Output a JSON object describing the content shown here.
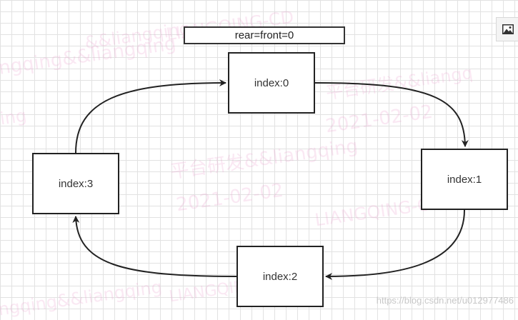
{
  "label": {
    "text": "rear=front=0"
  },
  "nodes": [
    {
      "id": "node0",
      "text": "index:0"
    },
    {
      "id": "node1",
      "text": "index:1"
    },
    {
      "id": "node2",
      "text": "index:2"
    },
    {
      "id": "node3",
      "text": "index:3"
    }
  ],
  "watermarks": {
    "handle": "ingqing&&liangqing",
    "handle2": "&&liangqing",
    "dept": "平台研发&&liangqing",
    "dept_short": "平台研发&&liangq",
    "date": "2021-02-02",
    "code": "LIANGQING-CD",
    "frag1": "ing",
    "frag2": "LIANGQING-CD"
  },
  "footer": {
    "credit": "https://blog.csdn.net/u012977486"
  },
  "icons": {
    "corner": "image-icon"
  },
  "colors": {
    "stroke": "#222222",
    "watermark": "#e796c8"
  }
}
